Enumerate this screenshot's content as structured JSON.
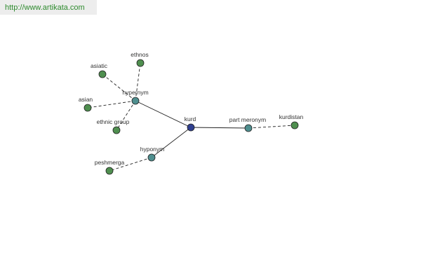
{
  "header": {
    "url": "http://www.artikata.com"
  },
  "colors": {
    "center": "#2f3f8f",
    "relation": "#4f8f8f",
    "leaf": "#4f8f4f",
    "stroke": "#222222"
  },
  "graph": {
    "nodes": [
      {
        "id": "kurd",
        "label": "kurd",
        "kind": "center"
      },
      {
        "id": "hypernym",
        "label": "hypernym",
        "kind": "relation"
      },
      {
        "id": "hyponym",
        "label": "hyponym",
        "kind": "relation"
      },
      {
        "id": "part-meronym",
        "label": "part meronym",
        "kind": "relation"
      },
      {
        "id": "ethnos",
        "label": "ethnos",
        "kind": "leaf"
      },
      {
        "id": "asiatic",
        "label": "asiatic",
        "kind": "leaf"
      },
      {
        "id": "asian",
        "label": "asian",
        "kind": "leaf"
      },
      {
        "id": "ethnic-group",
        "label": "ethnic group",
        "kind": "leaf"
      },
      {
        "id": "peshmerga",
        "label": "peshmerga",
        "kind": "leaf"
      },
      {
        "id": "kurdistan",
        "label": "kurdistan",
        "kind": "leaf"
      }
    ],
    "edges": [
      {
        "from": "kurd",
        "to": "hypernym",
        "style": "solid"
      },
      {
        "from": "kurd",
        "to": "hyponym",
        "style": "solid"
      },
      {
        "from": "kurd",
        "to": "part-meronym",
        "style": "solid"
      },
      {
        "from": "hypernym",
        "to": "ethnos",
        "style": "dashed"
      },
      {
        "from": "hypernym",
        "to": "asiatic",
        "style": "dashed"
      },
      {
        "from": "hypernym",
        "to": "asian",
        "style": "dashed"
      },
      {
        "from": "hypernym",
        "to": "ethnic-group",
        "style": "dashed"
      },
      {
        "from": "hyponym",
        "to": "peshmerga",
        "style": "dashed"
      },
      {
        "from": "part-meronym",
        "to": "kurdistan",
        "style": "dashed"
      }
    ]
  }
}
